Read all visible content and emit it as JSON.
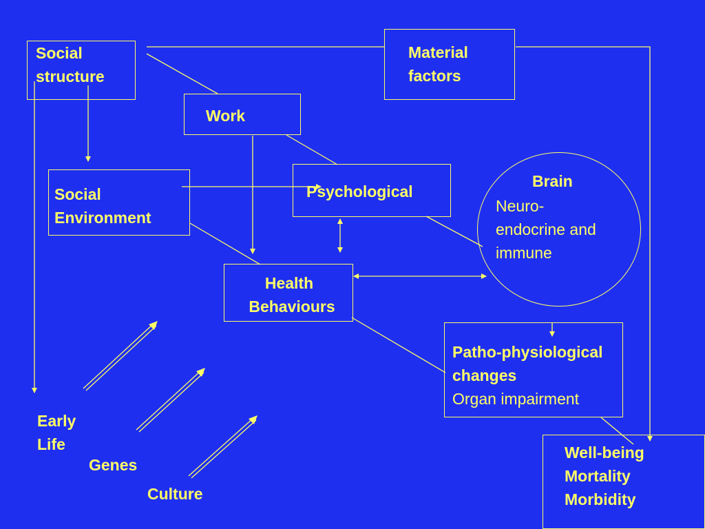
{
  "colors": {
    "background": "#1f2ff0",
    "foreground": "#ffff66"
  },
  "nodes": {
    "social_structure": [
      "Social",
      "structure"
    ],
    "material_factors": [
      "Material",
      "factors"
    ],
    "work": "Work",
    "social_environment": [
      "Social",
      "Environment"
    ],
    "psychological": "Psychological",
    "brain": {
      "title": "Brain",
      "lines": [
        "Neuro-",
        "endocrine and",
        "immune"
      ]
    },
    "health_behaviours": [
      "Health",
      "Behaviours"
    ],
    "patho_physiological": {
      "bold_lines": [
        "Patho-physiological",
        "changes"
      ],
      "plain_line": "Organ impairment"
    },
    "wellbeing": [
      "Well-being",
      "Mortality",
      "Morbidity"
    ]
  },
  "life_course_labels": {
    "early_life": [
      "Early",
      "Life"
    ],
    "genes": "Genes",
    "culture": "Culture"
  }
}
